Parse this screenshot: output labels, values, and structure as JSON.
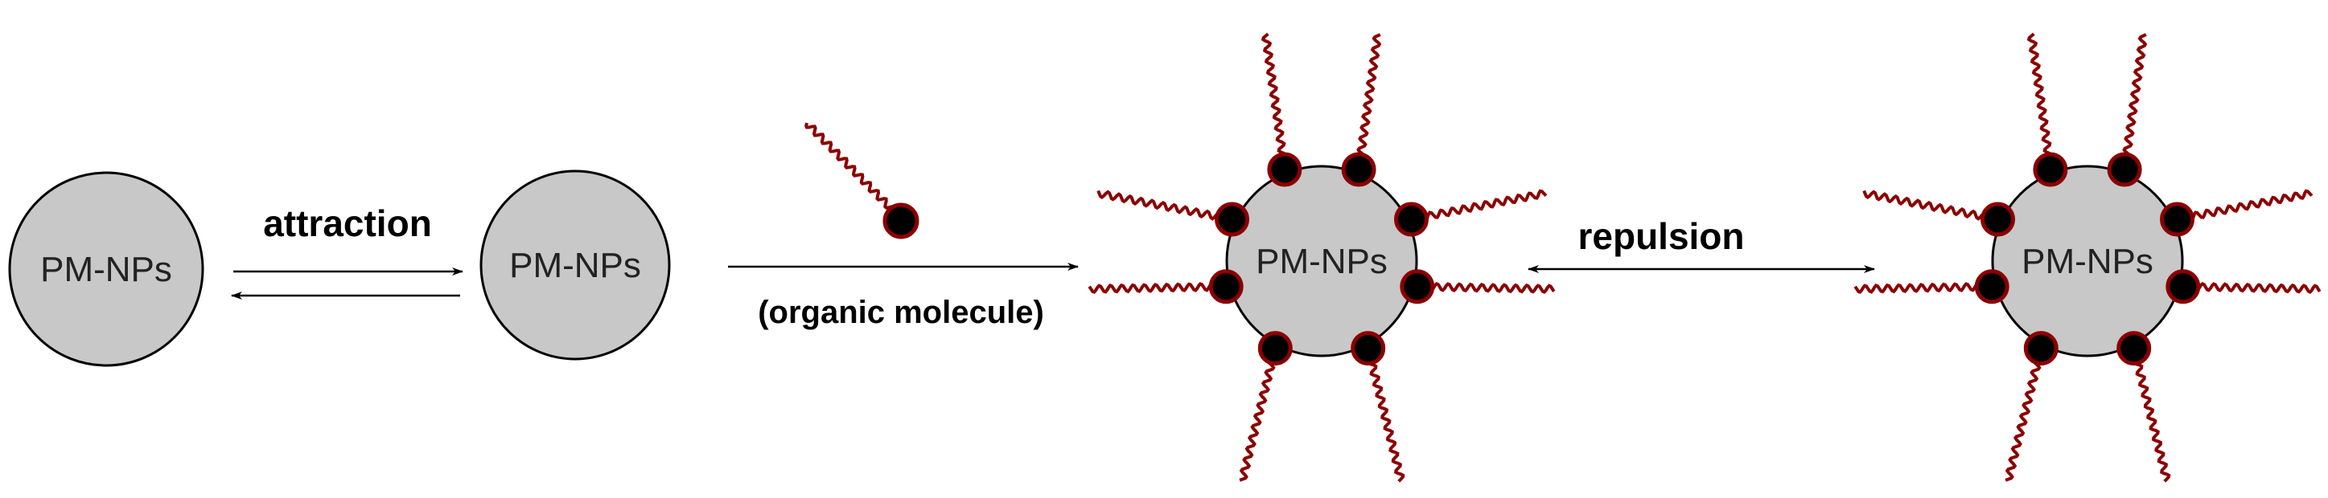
{
  "diagram": {
    "particle_label": "PM-NPs",
    "arrow_labels": {
      "attraction": "attraction",
      "organic_molecule": "(organic molecule)",
      "repulsion": "repulsion"
    },
    "colors": {
      "particle_fill": "#c8c8c8",
      "particle_stroke": "#000000",
      "chain": "#8b0000",
      "head_fill": "#000000",
      "head_ring": "#8b0000",
      "arrow": "#000000"
    }
  }
}
